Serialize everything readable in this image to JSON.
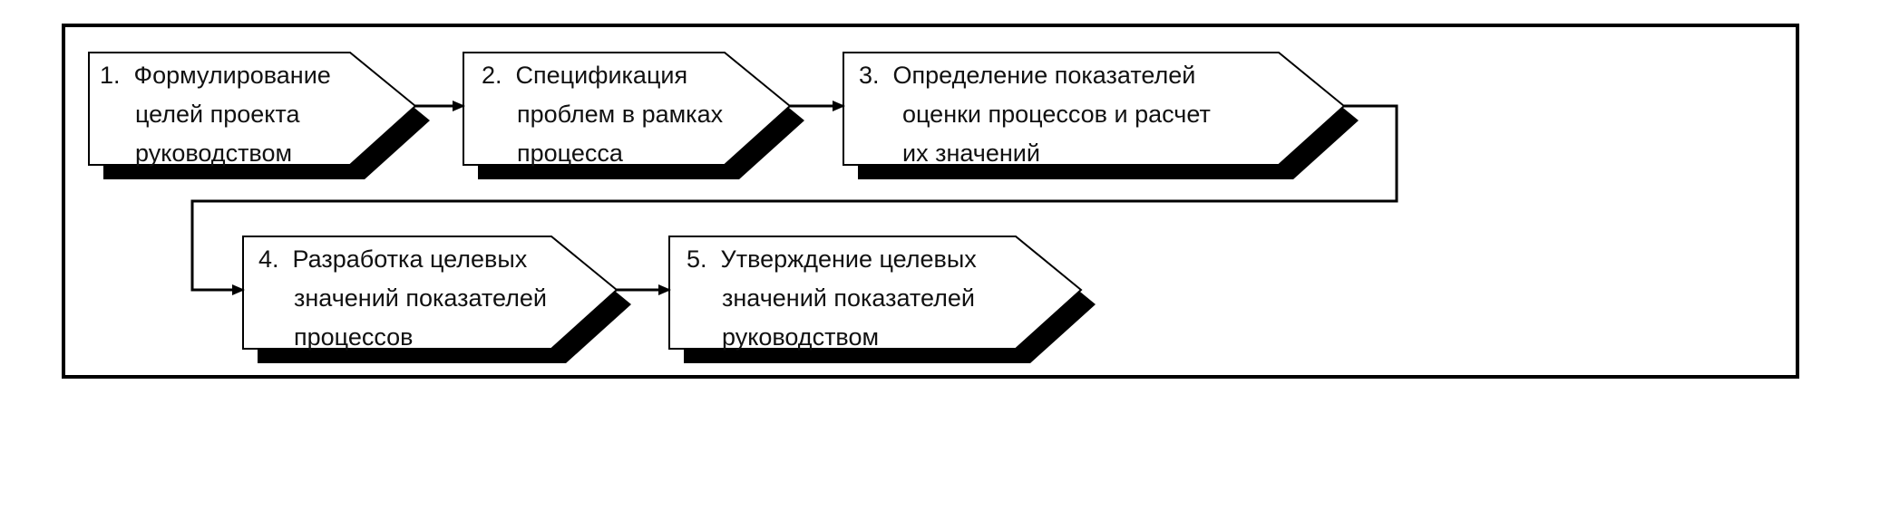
{
  "diagram": {
    "steps": [
      {
        "number": "1.",
        "lines": [
          "Формулирование",
          "целей проекта",
          "руководством"
        ]
      },
      {
        "number": "2.",
        "lines": [
          "Спецификация",
          "проблем в рамках",
          "процесса"
        ]
      },
      {
        "number": "3.",
        "lines": [
          "Определение показателей",
          "оценки процессов и расчет",
          "их значений"
        ]
      },
      {
        "number": "4.",
        "lines": [
          "Разработка целевых",
          "значений показателей",
          "процессов"
        ]
      },
      {
        "number": "5.",
        "lines": [
          "Утверждение целевых",
          "значений показателей",
          "руководством"
        ]
      }
    ],
    "colors": {
      "stroke": "#000000",
      "fill": "#ffffff",
      "shadow": "#000000"
    }
  }
}
